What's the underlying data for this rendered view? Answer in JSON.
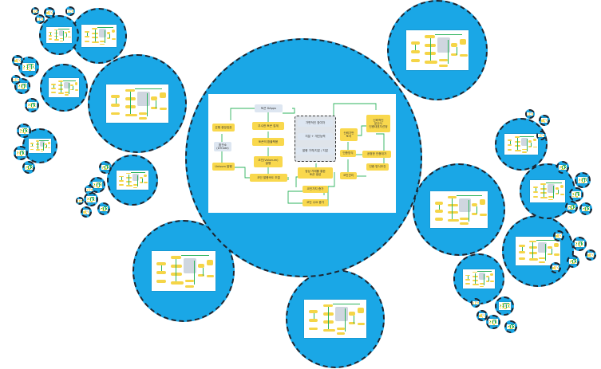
{
  "diagram": {
    "nodes": {
      "defi": "토큰 DApps",
      "central_authority": "은행 중앙집권",
      "exchange": "환전소\n(DTrade)",
      "unisum": "Unisum 발행",
      "excellent_token": "우수한 토큰 집계",
      "token_reward": "토큰의 환율책용",
      "coin_issue": "코인(Valunum)\n발행",
      "coin_issue_adjust": "코인 발행속도 조절",
      "real_holder": "가변적인 참여자",
      "expertise": "지분 + 개인능력",
      "issuance_limit": "발행 가격/지분 / 지분",
      "fair_trade": "정상 거래를 통한\n토큰 생성",
      "coin_value_up": "코인가치 증가",
      "coin_demand_up": "코인 수요 증가",
      "trust_node": "신뢰기반\n토지",
      "trust_authority": "신뢰적인\n분산식\n인증대표자선정",
      "auth_method": "인증방식",
      "fair_auth": "공정한 인증대가",
      "coin_audit": "코인관리",
      "auth_check": "인증 방식조건"
    }
  },
  "colors": {
    "bubble": "#1aa7e6",
    "node": "#f9d84d",
    "arrow": "#2db35c"
  }
}
